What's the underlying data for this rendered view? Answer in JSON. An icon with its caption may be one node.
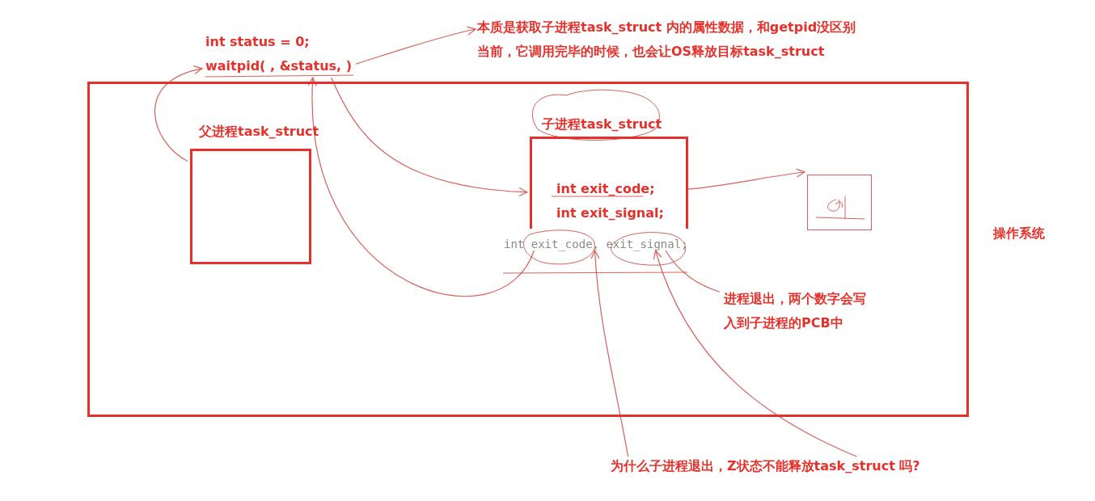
{
  "diagram": {
    "nodes": [
      {
        "text": [
          "操作系统"
        ]
      },
      {
        "text": [
          "父进程task_struct"
        ],
        "in": 0
      },
      {
        "text": [
          "子进程task_struct",
          "int exit_code;",
          "int exit_signal;"
        ],
        "in": 0
      },
      {
        "text": [],
        "shape": "box",
        "in": 0
      },
      {
        "text": [
          "int status = 0;",
          "waitpid( , &status, )"
        ]
      },
      {
        "text": [
          "本质是获取子进程task_struct 内的属性数据，和getpid没区别",
          "当前，它调用完毕的时候，也会让OS释放目标task_struct"
        ]
      },
      {
        "text": [
          "int exit_code, exit_signal;"
        ],
        "in": 0
      },
      {
        "text": [
          "进程退出，两个数字会写入到子进程的PCB中"
        ],
        "in": 0
      },
      {
        "text": [
          "为什么子进程退出，Z状态不能释放task_struct 吗?"
        ]
      }
    ],
    "edges": [
      {
        "from": 1,
        "to": 4,
        "arrow": "to"
      },
      {
        "from": 4,
        "to": 2,
        "arrow": "to"
      },
      {
        "from": 6,
        "to": 4,
        "arrow": "to"
      },
      {
        "from": 4,
        "to": 5,
        "arrow": "to"
      },
      {
        "from": 2,
        "to": 3,
        "arrow": "to"
      },
      {
        "from": 7,
        "to": 6,
        "arrow": "none"
      },
      {
        "from": 8,
        "to": 6,
        "arrow": "to"
      },
      {
        "from": 8,
        "to": 6,
        "arrow": "to"
      }
    ]
  }
}
